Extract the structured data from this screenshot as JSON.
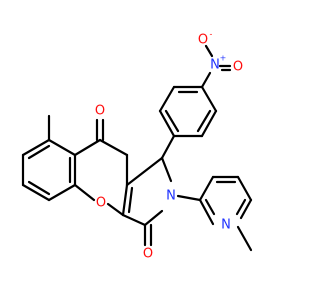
{
  "colors": {
    "bond": "#000000",
    "oxygen": "#ff0d0d",
    "nitrogen": "#1f32ff",
    "background": "#ffffff"
  },
  "atoms": {
    "nitro_n": {
      "symbol": "N",
      "charge": "+",
      "element": "nitrogen"
    },
    "nitro_o_top": {
      "symbol": "O",
      "charge": "-",
      "element": "oxygen"
    },
    "nitro_o_right": {
      "symbol": "O",
      "element": "oxygen"
    },
    "carbonyl_o_top": {
      "symbol": "O",
      "element": "oxygen"
    },
    "ring_o": {
      "symbol": "O",
      "element": "oxygen"
    },
    "carbonyl_o_bottom": {
      "symbol": "O",
      "element": "oxygen"
    },
    "lactam_n": {
      "symbol": "N",
      "element": "nitrogen"
    },
    "pyridine_n": {
      "symbol": "N",
      "element": "nitrogen"
    }
  }
}
